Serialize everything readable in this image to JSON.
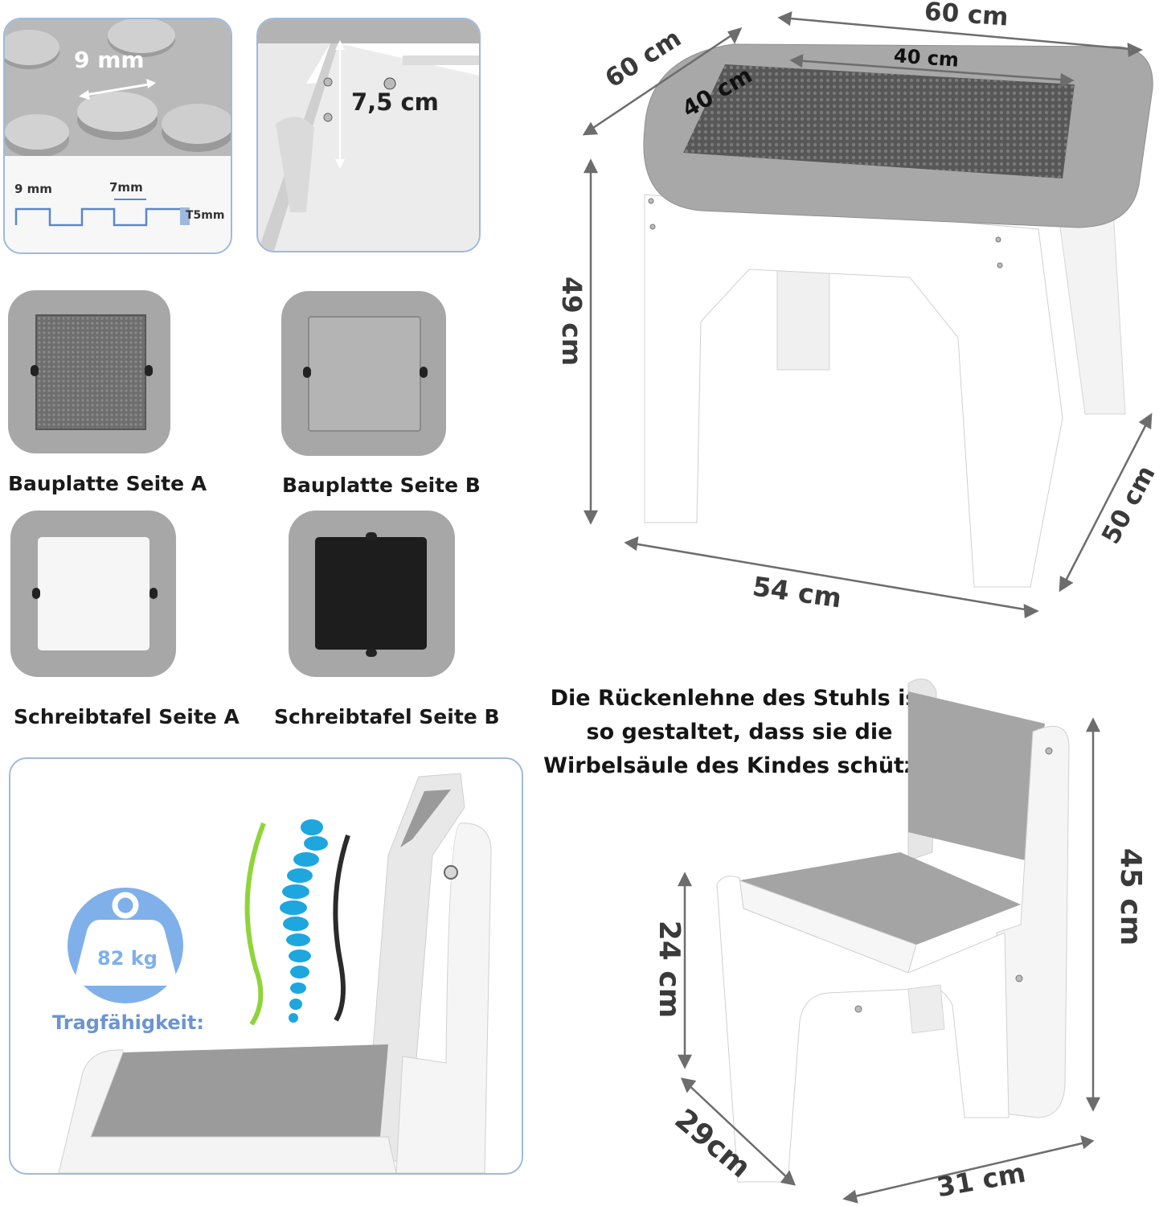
{
  "top_left_panel": {
    "stud_width": "9 mm",
    "profile_labels": {
      "stud": "9 mm",
      "gap": "7mm",
      "height": "T5mm"
    }
  },
  "top_middle_panel": {
    "depth": "7,5 cm"
  },
  "boards": [
    {
      "caption": "Bauplatte Seite A"
    },
    {
      "caption": "Bauplatte Seite B"
    },
    {
      "caption": "Schreibtafel Seite A"
    },
    {
      "caption": "Schreibtafel Seite B"
    }
  ],
  "table_dimensions": {
    "top_length": "60 cm",
    "top_width": "60 cm",
    "plate_length": "40 cm",
    "plate_width": "40 cm",
    "height": "49 cm",
    "base_length": "54 cm",
    "base_width": "50 cm"
  },
  "chair_note": {
    "line1": "Die Rückenlehne des Stuhls ist",
    "line2": "so gestaltet, dass sie die",
    "line3": "Wirbelsäule des Kindes schützt."
  },
  "load": {
    "weight": "82 kg",
    "label": "Tragfähigkeit:"
  },
  "chair_dimensions": {
    "total_height": "45 cm",
    "seat_height": "24 cm",
    "depth": "29cm",
    "width": "31 cm"
  },
  "colors": {
    "grey": "#a7a7a7",
    "dark_grey": "#5d5d5d",
    "blackboard": "#1d1d1d",
    "accent_blue": "#7fb0ea",
    "spine_blue": "#1ea6df",
    "green": "#8fd43a",
    "panel_border": "#9fb9de"
  }
}
